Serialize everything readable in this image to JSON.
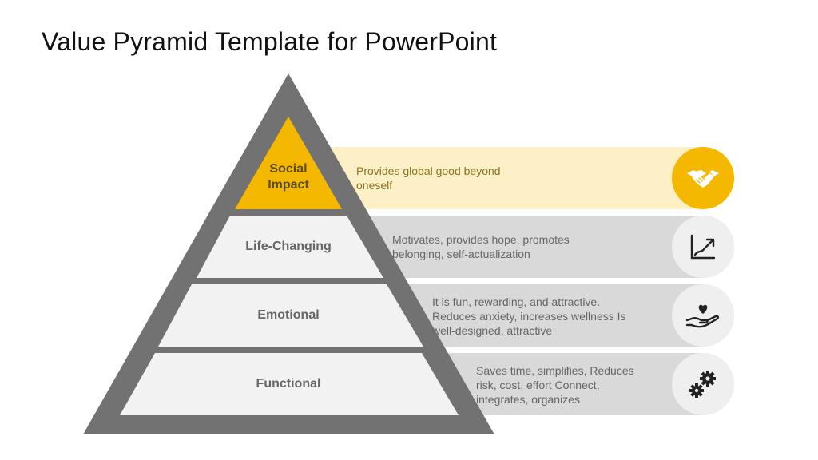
{
  "title": "Value Pyramid Template for PowerPoint",
  "colors": {
    "outline": "#727272",
    "accent": "#f5b800",
    "accent_band": "#fdf0c6",
    "level_fill": "#f2f2f2",
    "band": "#d9d9d9",
    "icon_bg": "#efefef"
  },
  "levels": [
    {
      "label": "Social Impact",
      "label_lines": [
        "Social",
        "Impact"
      ],
      "description": "Provides global good beyond oneself",
      "description_lines": [
        "Provides global good beyond",
        "oneself"
      ],
      "icon": "handshake-icon"
    },
    {
      "label": "Life-Changing",
      "label_lines": [
        "Life-Changing"
      ],
      "description": "Motivates, provides hope, promotes belonging, self-actualization",
      "description_lines": [
        "Motivates, provides hope, promotes",
        "belonging, self-actualization"
      ],
      "icon": "growth-chart-icon"
    },
    {
      "label": "Emotional",
      "label_lines": [
        "Emotional"
      ],
      "description": "It is fun, rewarding, and attractive. Reduces anxiety, increases wellness Is well-designed, attractive",
      "description_lines": [
        "It is fun, rewarding, and attractive.",
        "Reduces anxiety, increases wellness Is",
        "well-designed, attractive"
      ],
      "icon": "heart-in-hand-icon"
    },
    {
      "label": "Functional",
      "label_lines": [
        "Functional"
      ],
      "description": "Saves time, simplifies, Reduces risk, cost, effort Connect, integrates, organizes",
      "description_lines": [
        "Saves time, simplifies, Reduces",
        "risk, cost, effort Connect,",
        "integrates, organizes"
      ],
      "icon": "gears-icon"
    }
  ]
}
